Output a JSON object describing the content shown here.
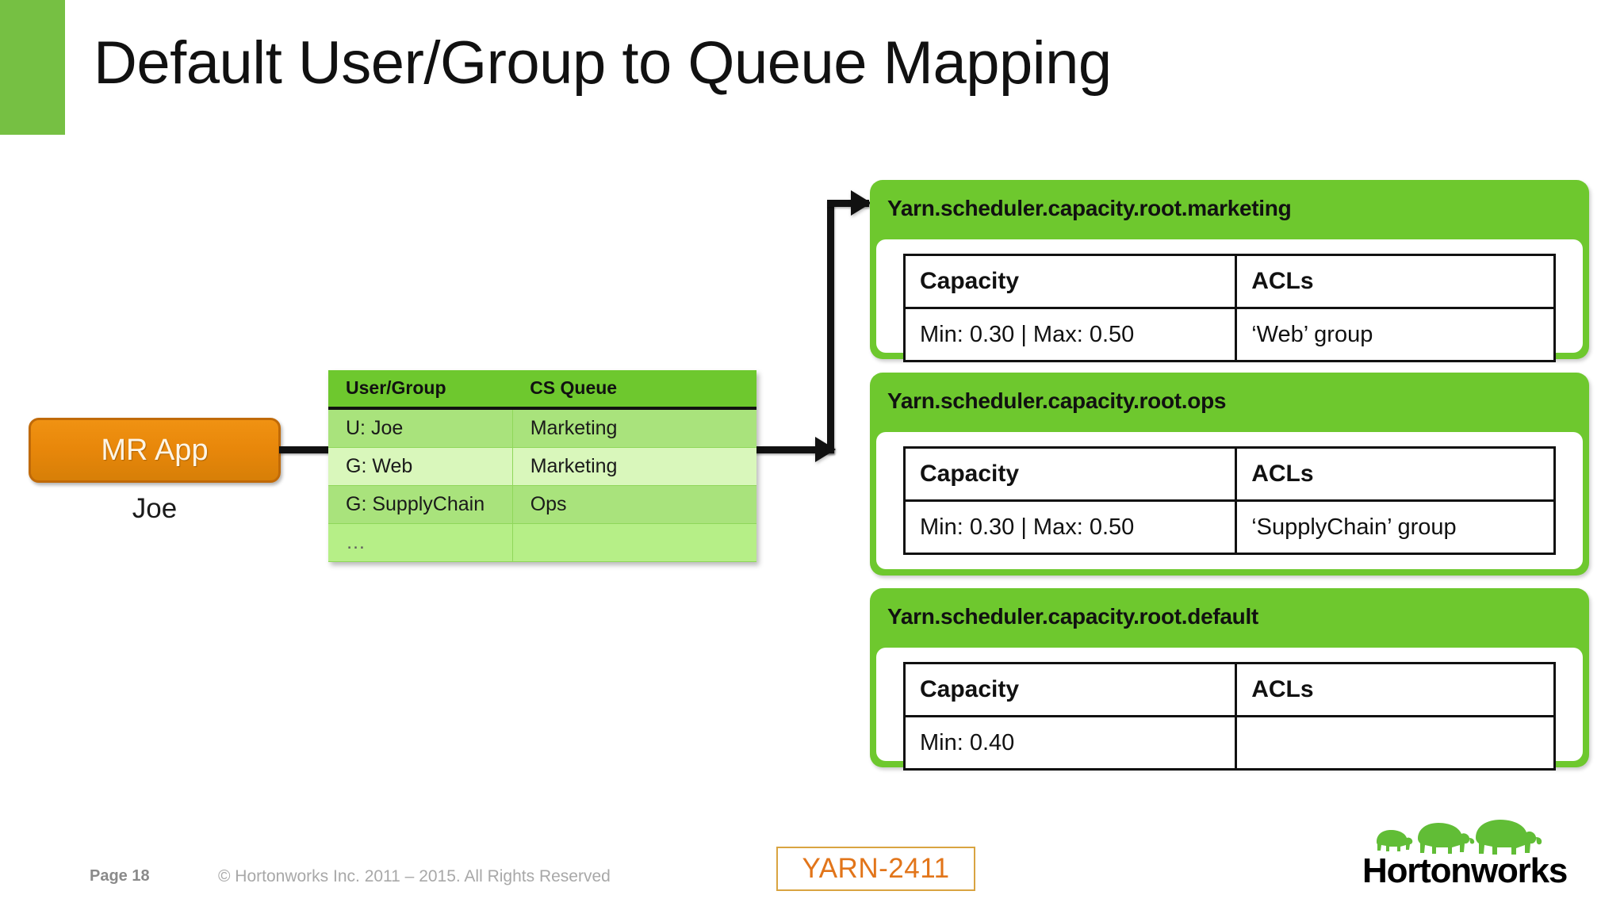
{
  "slide": {
    "title": "Default User/Group to Queue Mapping",
    "accent_green": "#76c043",
    "accent_orange": "#e8870a"
  },
  "flow": {
    "app_node": {
      "label": "MR App",
      "user_label": "Joe"
    },
    "mapping_table": {
      "columns": [
        "User/Group",
        "CS Queue"
      ],
      "rows": [
        [
          "U: Joe",
          "Marketing"
        ],
        [
          "G: Web",
          "Marketing"
        ],
        [
          "G: SupplyChain",
          "Ops"
        ],
        [
          "…",
          ""
        ]
      ]
    }
  },
  "queues": [
    {
      "name": "Yarn.scheduler.capacity.root.marketing",
      "columns": [
        "Capacity",
        "ACLs"
      ],
      "values": [
        "Min: 0.30 | Max: 0.50",
        "‘Web’ group"
      ]
    },
    {
      "name": "Yarn.scheduler.capacity.root.ops",
      "columns": [
        "Capacity",
        "ACLs"
      ],
      "values": [
        "Min: 0.30 | Max: 0.50",
        "‘SupplyChain’ group"
      ]
    },
    {
      "name": "Yarn.scheduler.capacity.root.default",
      "columns": [
        "Capacity",
        "ACLs"
      ],
      "values": [
        "Min: 0.40",
        ""
      ]
    }
  ],
  "footer": {
    "page": "Page 18",
    "copyright": "© Hortonworks Inc. 2011 – 2015. All Rights Reserved",
    "badge": "YARN-2411",
    "brand": "Hortonworks"
  }
}
